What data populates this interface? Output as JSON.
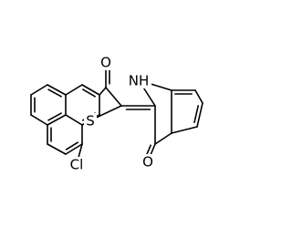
{
  "structure": {
    "atom_labels": {
      "oxygen_top": "O",
      "sulfur": "S",
      "nitrogen_h": "NH",
      "oxygen_bottom": "O",
      "chlorine": "Cl"
    }
  }
}
